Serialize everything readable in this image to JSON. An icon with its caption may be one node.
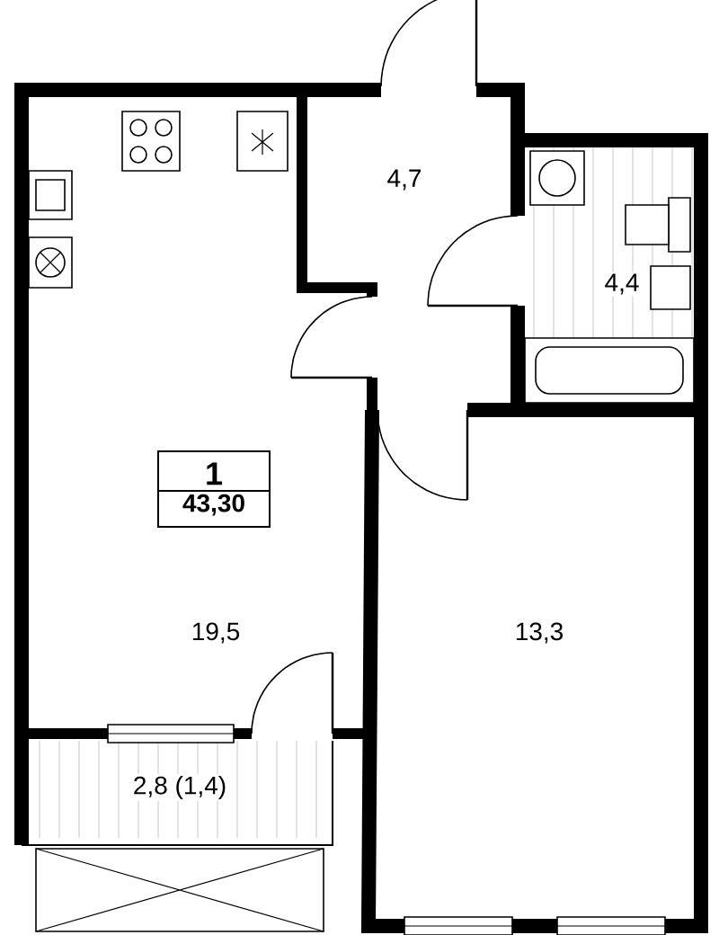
{
  "diagram": {
    "nodes": [
      {
        "text": [
          "1",
          "43,30"
        ]
      }
    ],
    "labels": [
      "4,7",
      "4,4",
      "19,5",
      "13,3",
      "2,8 (1,4)"
    ]
  }
}
